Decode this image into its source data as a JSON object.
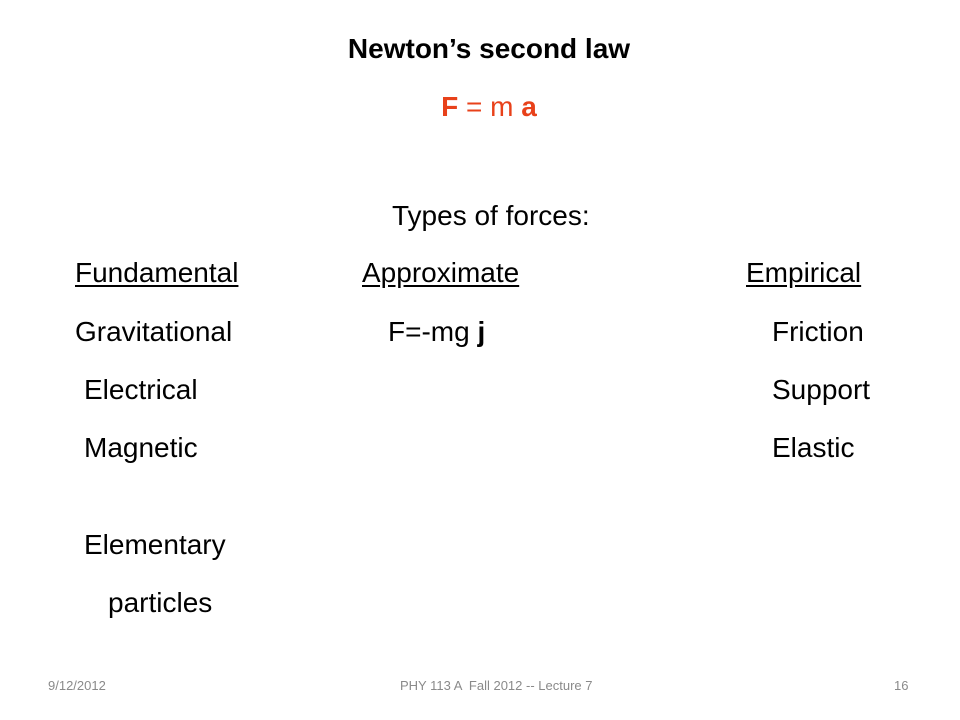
{
  "slide": {
    "title": "Newton’s second law",
    "equation": {
      "lhs": "F",
      "eq": " = m ",
      "rhs": "a"
    },
    "subtitle": "Types of forces:",
    "columns": {
      "fundamental": {
        "heading": "Fundamental",
        "items": [
          "Gravitational",
          "Electrical",
          "Magnetic"
        ],
        "extra_line1": "Elementary",
        "extra_line2": "particles"
      },
      "approximate": {
        "heading": "Approximate",
        "formula_prefix": "F=-mg ",
        "formula_vector": "j"
      },
      "empirical": {
        "heading": "Empirical",
        "items": [
          "Friction",
          "Support",
          "Elastic"
        ]
      }
    }
  },
  "footer": {
    "date": "9/12/2012",
    "course": "PHY 113 A  Fall 2012 -- Lecture 7",
    "page_number": "16"
  },
  "colors": {
    "accent": "#e8411a",
    "footer_text": "#8a8a8a"
  }
}
